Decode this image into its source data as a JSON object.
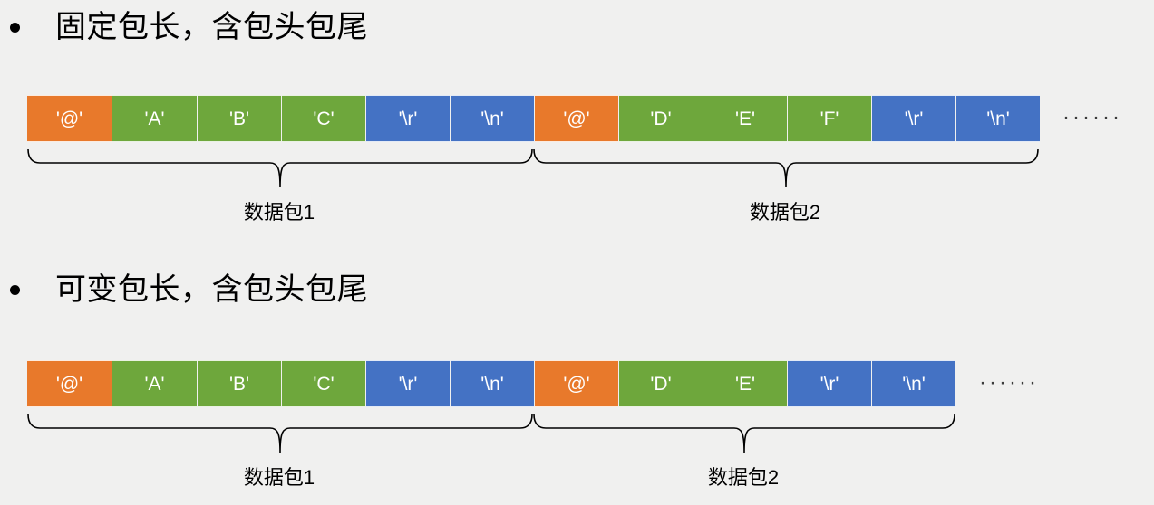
{
  "slide": {
    "background_color": "#f0f0ef",
    "colors": {
      "header_cell": "#e8792b",
      "data_cell": "#6ea73c",
      "tail_cell": "#4472c4",
      "text": "#000000"
    }
  },
  "sections": [
    {
      "id": "fixed-length",
      "bullet": "固定包长，含包头包尾",
      "ellipsis": "······",
      "cells": [
        {
          "label": "'@'",
          "role": "head"
        },
        {
          "label": "'A'",
          "role": "data"
        },
        {
          "label": "'B'",
          "role": "data"
        },
        {
          "label": "'C'",
          "role": "data"
        },
        {
          "label": "'\\r'",
          "role": "tail"
        },
        {
          "label": "'\\n'",
          "role": "tail"
        },
        {
          "label": "'@'",
          "role": "head"
        },
        {
          "label": "'D'",
          "role": "data"
        },
        {
          "label": "'E'",
          "role": "data"
        },
        {
          "label": "'F'",
          "role": "data"
        },
        {
          "label": "'\\r'",
          "role": "tail"
        },
        {
          "label": "'\\n'",
          "role": "tail"
        }
      ],
      "packets": [
        {
          "label": "数据包1"
        },
        {
          "label": "数据包2"
        }
      ]
    },
    {
      "id": "variable-length",
      "bullet": "可变包长，含包头包尾",
      "ellipsis": "······",
      "cells": [
        {
          "label": "'@'",
          "role": "head"
        },
        {
          "label": "'A'",
          "role": "data"
        },
        {
          "label": "'B'",
          "role": "data"
        },
        {
          "label": "'C'",
          "role": "data"
        },
        {
          "label": "'\\r'",
          "role": "tail"
        },
        {
          "label": "'\\n'",
          "role": "tail"
        },
        {
          "label": "'@'",
          "role": "head"
        },
        {
          "label": "'D'",
          "role": "data"
        },
        {
          "label": "'E'",
          "role": "data"
        },
        {
          "label": "'\\r'",
          "role": "tail"
        },
        {
          "label": "'\\n'",
          "role": "tail"
        }
      ],
      "packets": [
        {
          "label": "数据包1"
        },
        {
          "label": "数据包2"
        }
      ]
    }
  ]
}
